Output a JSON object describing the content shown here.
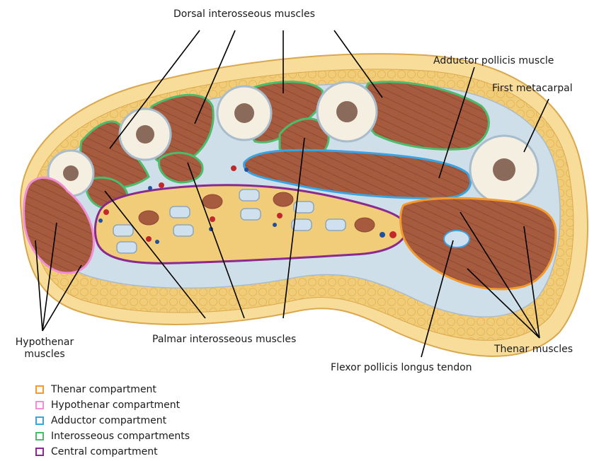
{
  "labels": {
    "dorsal": "Dorsal interosseous muscles",
    "adductor": "Adductor pollicis muscle",
    "first_metacarpal": "First metacarpal",
    "hypothenar_line1": "Hypothenar",
    "hypothenar_line2": "muscles",
    "palmar": "Palmar interosseous muscles",
    "thenar": "Thenar muscles",
    "flexor": "Flexor pollicis longus tendon"
  },
  "legend": [
    {
      "label": "Thenar compartment",
      "color": "#f39a2e"
    },
    {
      "label": "Hypothenar compartment",
      "color": "#f28ed6"
    },
    {
      "label": "Adductor compartment",
      "color": "#3aa4e0"
    },
    {
      "label": "Interosseous compartments",
      "color": "#4cbb6b"
    },
    {
      "label": "Central compartment",
      "color": "#8a2a8f"
    }
  ],
  "colors": {
    "skin": "#f6d58e",
    "fat": "#efc76d",
    "fascia": "#c7d8e6",
    "muscle": "#a0543a",
    "bone": "#f4efe0",
    "marrow": "#8a6a5a"
  }
}
